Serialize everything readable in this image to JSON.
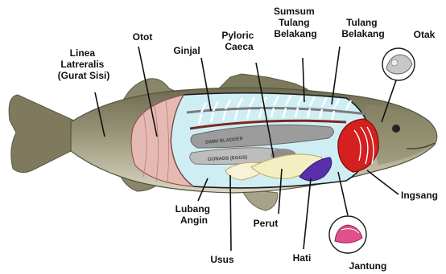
{
  "labels": {
    "linea": [
      "Linea",
      "Latreralis",
      "(Gurat Sisi)"
    ],
    "otot": "Otot",
    "ginjal": "Ginjal",
    "pyloric": [
      "Pyloric",
      "Caeca"
    ],
    "sumsum": [
      "Sumsum",
      "Tulang",
      "Belakang"
    ],
    "tulang": [
      "Tulang",
      "Belakang"
    ],
    "otak": "Otak",
    "ingsang": "Ingsang",
    "lubang": [
      "Lubang",
      "Angin"
    ],
    "usus": "Usus",
    "perut": "Perut",
    "hati": "Hati",
    "jantung": "Jantung"
  },
  "inner_labels": {
    "swim_bladder": "SWIM BLADDER",
    "gonads": "GONADS (EGGS)"
  },
  "colors": {
    "fish_body": "#8f8c70",
    "body_cavity": "#cfeef4",
    "muscle": "#e7b9b3",
    "gill": "#d4201f",
    "liver": "#5a2fae",
    "heart": "#e0508a",
    "stomach": "#f4efc2"
  }
}
